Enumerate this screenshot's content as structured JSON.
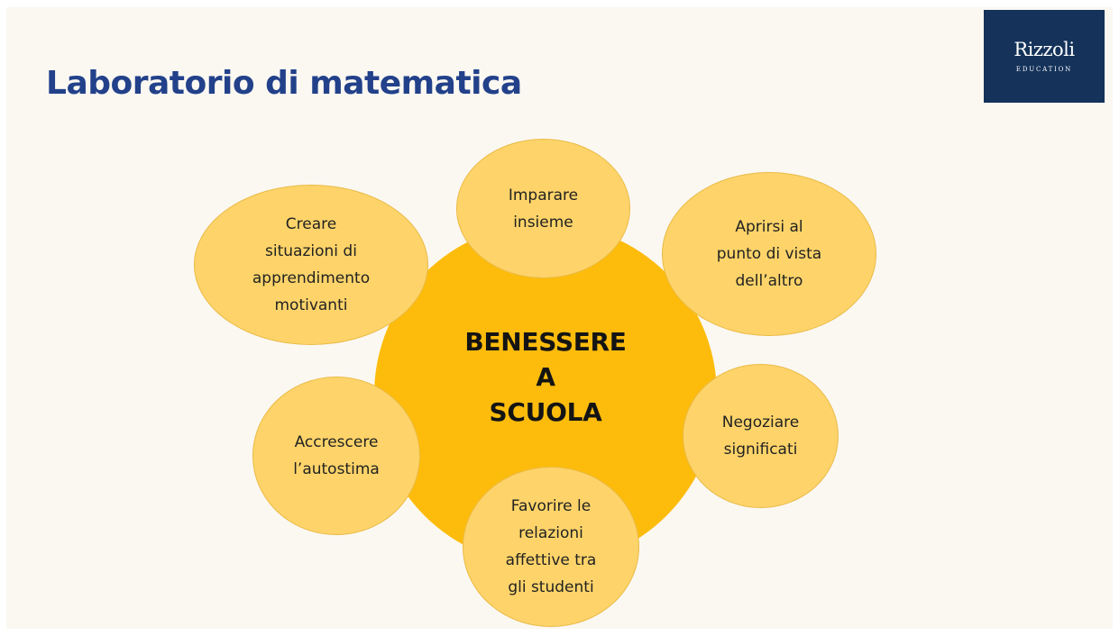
{
  "title": "Laboratorio di matematica",
  "logo": {
    "name": "Rizzoli",
    "subtitle": "EDUCATION"
  },
  "diagram": {
    "center": {
      "lines": [
        "BENESSERE",
        "A",
        "SCUOLA"
      ]
    },
    "nodes": [
      {
        "id": "creare",
        "lines": [
          "Creare",
          "situazioni di",
          "apprendimento",
          "motivanti"
        ]
      },
      {
        "id": "imparare",
        "lines": [
          "Imparare",
          "insieme"
        ]
      },
      {
        "id": "aprirsi",
        "lines": [
          "Aprirsi al",
          "punto di vista",
          "dell’altro"
        ]
      },
      {
        "id": "negoziare",
        "lines": [
          "Negoziare",
          "significati"
        ]
      },
      {
        "id": "accrescere",
        "lines": [
          "Accrescere",
          "l’autostima"
        ]
      },
      {
        "id": "favorire",
        "lines": [
          "Favorire le",
          "relazioni",
          "affettive tra",
          "gli studenti"
        ]
      }
    ]
  },
  "colors": {
    "title": "#22418a",
    "background": "#fbf8f2",
    "center_fill": "#fdbc0c",
    "node_fill": "#fed46a",
    "logo_bg": "#14325a"
  }
}
